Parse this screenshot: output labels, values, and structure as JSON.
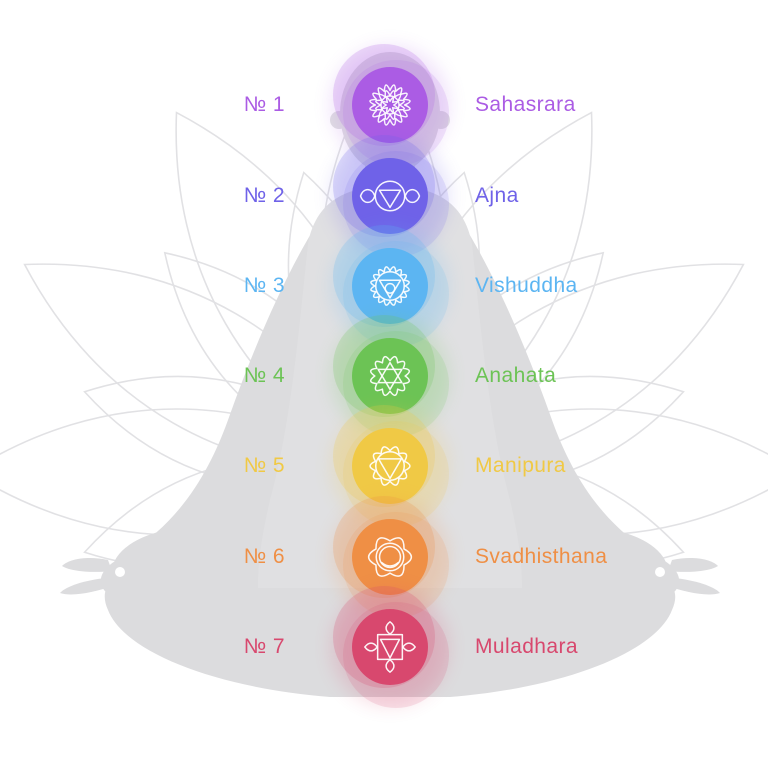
{
  "title": "Seven chakras meditation diagram",
  "background_color": "#ffffff",
  "silhouette": {
    "label": "meditating-person-silhouette",
    "body_color": "#e0e0e2",
    "limb_color": "#dcdcde",
    "lotus_petal_stroke": "#d8d8db"
  },
  "chakras": [
    {
      "num_label": "№ 1",
      "name": "Sahasrara",
      "color": "#ab5ce4",
      "icon": "sahasrara-crown-lotus-icon"
    },
    {
      "num_label": "№ 2",
      "name": "Ajna",
      "color": "#6f62e8",
      "icon": "ajna-third-eye-icon"
    },
    {
      "num_label": "№ 3",
      "name": "Vishuddha",
      "color": "#5cb5f2",
      "icon": "vishuddha-throat-icon"
    },
    {
      "num_label": "№ 4",
      "name": "Anahata",
      "color": "#6cc355",
      "icon": "anahata-heart-hexagram-icon"
    },
    {
      "num_label": "№ 5",
      "name": "Manipura",
      "color": "#f0c945",
      "icon": "manipura-solar-plexus-icon"
    },
    {
      "num_label": "№ 6",
      "name": "Svadhisthana",
      "color": "#ef8f45",
      "icon": "svadhisthana-sacral-crescent-icon"
    },
    {
      "num_label": "№ 7",
      "name": "Muladhara",
      "color": "#d8486e",
      "icon": "muladhara-root-square-icon"
    }
  ]
}
